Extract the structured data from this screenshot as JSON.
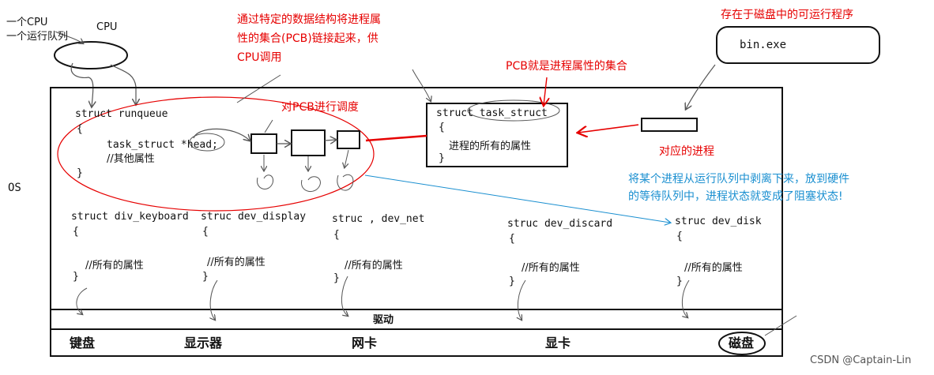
{
  "top_left": {
    "one_cpu": "一个CPU",
    "one_run_queue": "一个运行队列",
    "cpu": "CPU"
  },
  "annotations": {
    "pcb_link_note": [
      "通过特定的数据结构将进程属",
      "性的集合(PCB)链接起来，供",
      "CPU调用"
    ],
    "schedule_pcb": "对PCB进行调度",
    "pcb_is_set": "PCB就是进程属性的集合",
    "disk_program": "存在于磁盘中的可运行程序",
    "corresponding_process": "对应的进程",
    "block_note": [
      "将某个进程从运行队列中剥离下来，放到硬件",
      "的等待队列中，进程状态就变成了阻塞状态!"
    ]
  },
  "exe_name": "bin.exe",
  "os_label": "OS",
  "runqueue": {
    "decl": "struct runqueue",
    "open_brace": "{",
    "head_field": "task_struct *head;",
    "comment": "//其他属性",
    "close_brace": "}"
  },
  "task_struct": {
    "decl": "struct task_struct",
    "open_brace": "{",
    "body": "进程的所有的属性",
    "close_brace": "}"
  },
  "devices_structs": [
    {
      "decl": "struct  div_keyboard",
      "open": "{",
      "comment": "//所有的属性",
      "close": "}"
    },
    {
      "decl": "struc dev_display",
      "open": "{",
      "comment": "//所有的属性",
      "close": "}"
    },
    {
      "decl": "struc ,   dev_net",
      "open": "{",
      "comment": "//所有的属性",
      "close": "}"
    },
    {
      "decl": "struc  dev_discard",
      "open": "{",
      "comment": "//所有的属性",
      "close": "}"
    },
    {
      "decl": "struc   dev_disk",
      "open": "{",
      "comment": "//所有的属性",
      "close": "}"
    }
  ],
  "driver_label": "驱动",
  "hardware": [
    "键盘",
    "显示器",
    "网卡",
    "显卡",
    "磁盘"
  ],
  "watermark": "CSDN @Captain-Lin",
  "colors": {
    "annotation_red": "#e60000",
    "annotation_blue": "#1a8fd0",
    "line": "#111111"
  }
}
